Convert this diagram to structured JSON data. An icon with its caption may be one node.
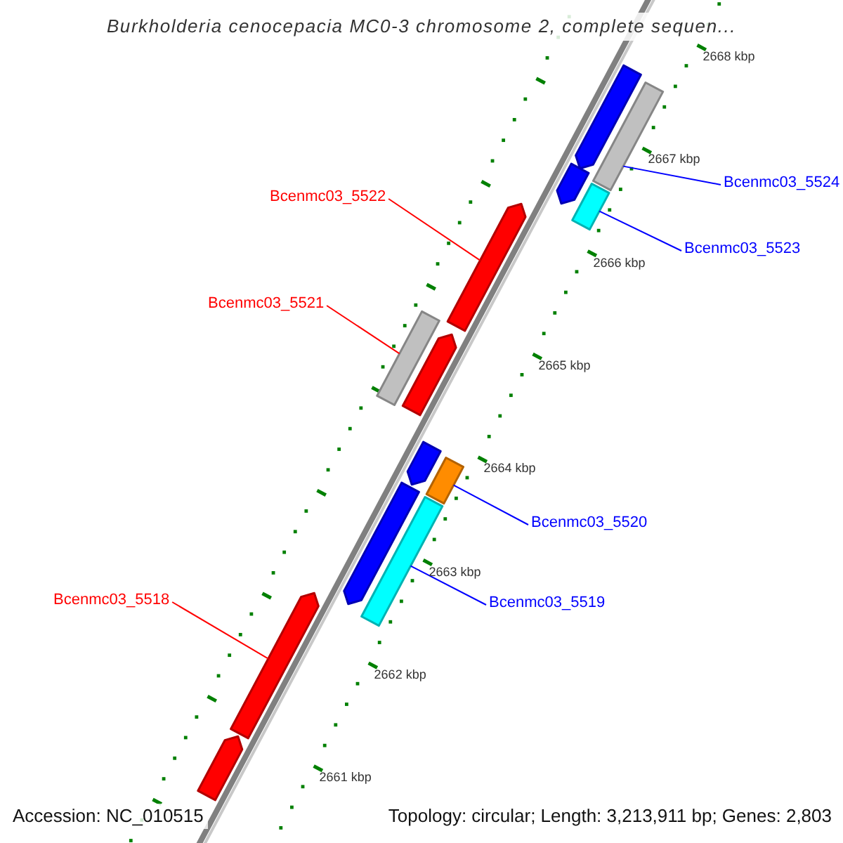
{
  "diagram": {
    "title": "Burkholderia cenocepacia MC0-3 chromosome 2, complete sequen...",
    "nodes": [
      {
        "text": [
          "Bcenmc03_5524"
        ]
      },
      {
        "text": [
          "Bcenmc03_5522"
        ]
      },
      {
        "text": [
          "Bcenmc03_5523"
        ]
      },
      {
        "text": [
          "Bcenmc03_5521"
        ]
      },
      {
        "text": [
          "Bcenmc03_5520"
        ]
      },
      {
        "text": [
          "Bcenmc03_5518"
        ]
      },
      {
        "text": [
          "Bcenmc03_5519"
        ]
      },
      {
        "text": [],
        "shape": "pentagon"
      },
      {
        "text": [],
        "shape": "bar"
      },
      {
        "text": [],
        "shape": "pentagon"
      },
      {
        "text": [],
        "shape": "bar"
      },
      {
        "text": [],
        "shape": "pentagon"
      },
      {
        "text": [],
        "shape": "bar"
      },
      {
        "text": [],
        "shape": "pentagon"
      },
      {
        "text": [],
        "shape": "pentagon"
      },
      {
        "text": [],
        "shape": "bar"
      },
      {
        "text": [],
        "shape": "pentagon"
      },
      {
        "text": [],
        "shape": "bar"
      },
      {
        "text": [],
        "shape": "pentagon"
      },
      {
        "text": [],
        "shape": "pentagon"
      }
    ],
    "edges": [
      {
        "from": 0,
        "to": 8,
        "arrow": "none"
      },
      {
        "from": 1,
        "to": 11,
        "arrow": "none",
        "color": "#ff0000"
      },
      {
        "from": 2,
        "to": 10,
        "arrow": "none"
      },
      {
        "from": 3,
        "to": 12,
        "arrow": "none",
        "color": "#ff0000"
      },
      {
        "from": 4,
        "to": 15,
        "arrow": "none"
      },
      {
        "from": 5,
        "to": 18,
        "arrow": "none",
        "color": "#ff0000"
      },
      {
        "from": 6,
        "to": 17,
        "arrow": "none"
      }
    ],
    "labels": [
      "2668 kbp",
      "2667 kbp",
      "2666 kbp",
      "2665 kbp",
      "2664 kbp",
      "2663 kbp",
      "2662 kbp",
      "2661 kbp",
      "Accession: NC_010515",
      "Topology: circular; Length: 3,213,911 bp; Genes: 2,803"
    ]
  }
}
